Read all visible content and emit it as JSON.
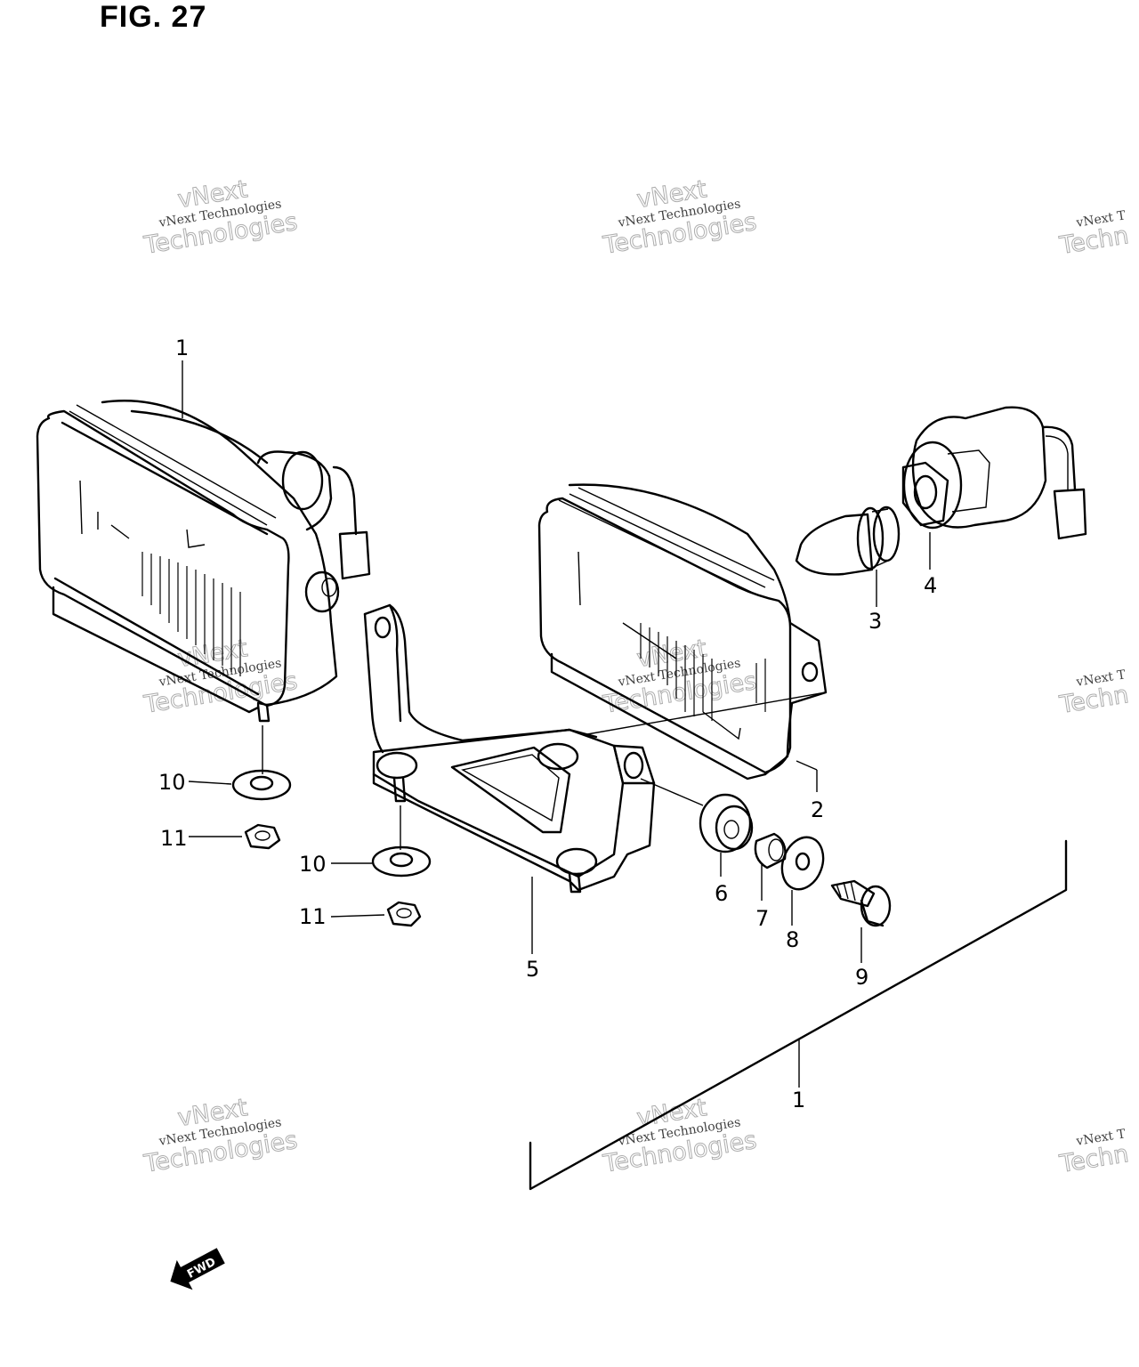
{
  "figure": {
    "title": "FIG. 27"
  },
  "watermark": {
    "text": "vNext Technologies",
    "word1": "vNext",
    "word2": "Technologies",
    "clipped": "vNext T",
    "clipped_big": "Techn"
  },
  "callouts": {
    "headlamp_left": "1",
    "headlamp_right_housing": "2",
    "bulb": "3",
    "socket": "4",
    "bracket": "5",
    "cushion": "6",
    "spacer": "7",
    "washer": "8",
    "bolt": "9",
    "washer_left": "10",
    "washer_center": "10",
    "nut_left": "11",
    "nut_center": "11",
    "assembly_group": "1"
  },
  "direction_marker": {
    "label": "FWD",
    "icon": "forward-arrow-icon"
  }
}
